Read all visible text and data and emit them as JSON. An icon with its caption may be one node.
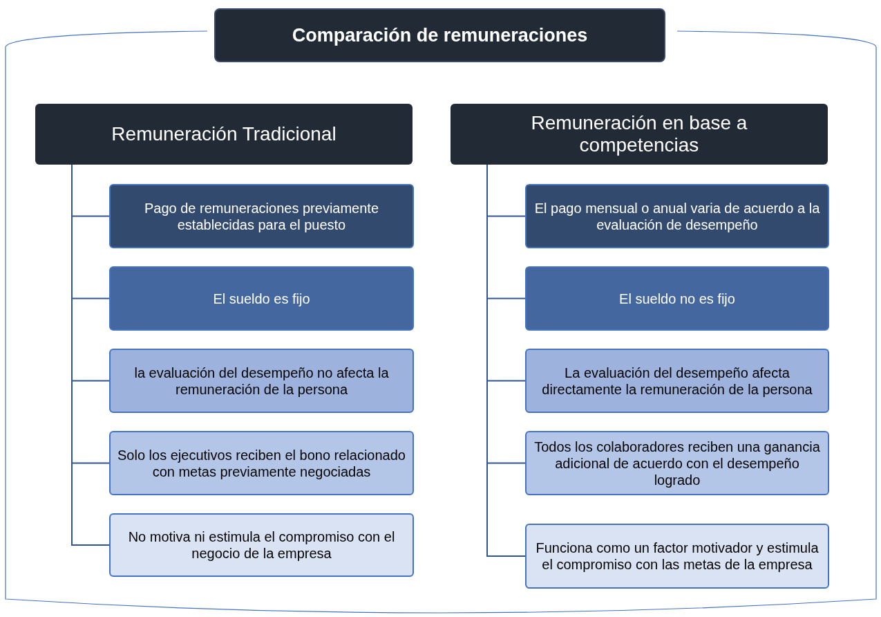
{
  "diagram": {
    "title": "Comparación de remuneraciones",
    "nodes": [
      {
        "text": [
          "Remuneración Tradicional"
        ]
      },
      {
        "text": [
          "Pago de remuneraciones previamente establecidas para el puesto"
        ]
      },
      {
        "text": [
          "El sueldo es fijo"
        ]
      },
      {
        "text": [
          "la evaluación del desempeño no afecta la remuneración de la persona"
        ]
      },
      {
        "text": [
          "Solo los ejecutivos reciben el bono relacionado con metas previamente negociadas"
        ]
      },
      {
        "text": [
          "No motiva ni estimula el compromiso con el negocio de la empresa"
        ]
      },
      {
        "text": [
          "Remuneración en base a competencias"
        ]
      },
      {
        "text": [
          "El pago mensual o anual varia de acuerdo a la evaluación de desempeño"
        ]
      },
      {
        "text": [
          "El sueldo no es fijo"
        ]
      },
      {
        "text": [
          "La evaluación del desempeño afecta directamente la remuneración de la persona"
        ]
      },
      {
        "text": [
          "Todos los colaboradores reciben una ganancia adicional de acuerdo con el desempeño logrado"
        ]
      },
      {
        "text": [
          "Funciona como un factor motivador y estimula el compromiso con las metas de la empresa"
        ]
      }
    ],
    "edges": [
      {
        "from": 0,
        "to": 1,
        "arrow": "none"
      },
      {
        "from": 0,
        "to": 2,
        "arrow": "none"
      },
      {
        "from": 0,
        "to": 3,
        "arrow": "none"
      },
      {
        "from": 0,
        "to": 4,
        "arrow": "none"
      },
      {
        "from": 0,
        "to": 5,
        "arrow": "none"
      },
      {
        "from": 6,
        "to": 7,
        "arrow": "none"
      },
      {
        "from": 6,
        "to": 8,
        "arrow": "none"
      },
      {
        "from": 6,
        "to": 9,
        "arrow": "none"
      },
      {
        "from": 6,
        "to": 10,
        "arrow": "none"
      },
      {
        "from": 6,
        "to": 11,
        "arrow": "none"
      }
    ]
  }
}
